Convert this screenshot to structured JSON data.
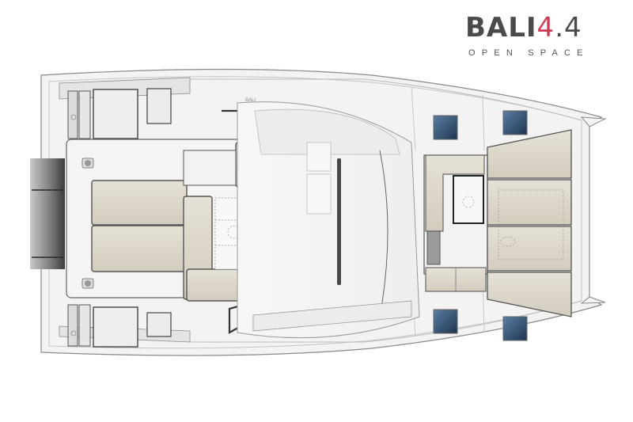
{
  "logo": {
    "brand": "BALI",
    "model_part1": "4",
    "model_sep": ".",
    "model_part2": "4",
    "tagline": "OPEN SPACE",
    "brand_color": "#4a4a4c",
    "accent_color": "#d23a54"
  },
  "plan": {
    "view": "top deck plan",
    "cockpit_label": "BALI",
    "hull_color": "#f4f4f5",
    "cushion_color": "#ddd7cb",
    "hatch_color": "#2f4e6e",
    "outline_color": "#4c4c4e"
  }
}
